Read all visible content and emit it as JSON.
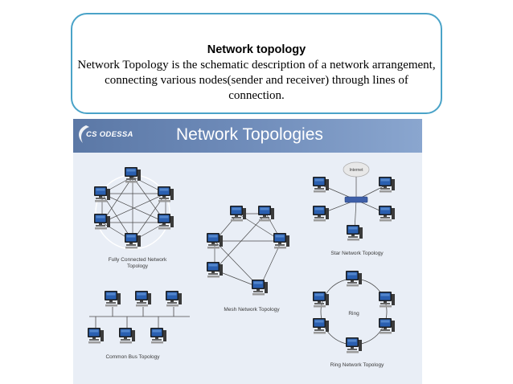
{
  "card": {
    "title": "Network topology",
    "body_line1": "Network Topology is the schematic description of a network arrangement,",
    "body_line2": "connecting various nodes(sender and receiver) through lines of connection."
  },
  "figure": {
    "banner_title": "Network Topologies",
    "logo_text": "CS ODESSA",
    "captions": {
      "fully_connected_1": "Fully Connected Network",
      "fully_connected_2": "Topology",
      "mesh": "Mesh Network Topology",
      "star": "Star Network Topology",
      "ring_center": "Ring",
      "ring": "Ring Network Topology",
      "bus": "Common Bus Topology",
      "cloud": "Internet"
    }
  },
  "colors": {
    "card_border": "#4aa3c8",
    "banner": "#6d8ab8",
    "figure_bg": "#e9eef6",
    "monitor_screen": "#2a5fb0"
  }
}
